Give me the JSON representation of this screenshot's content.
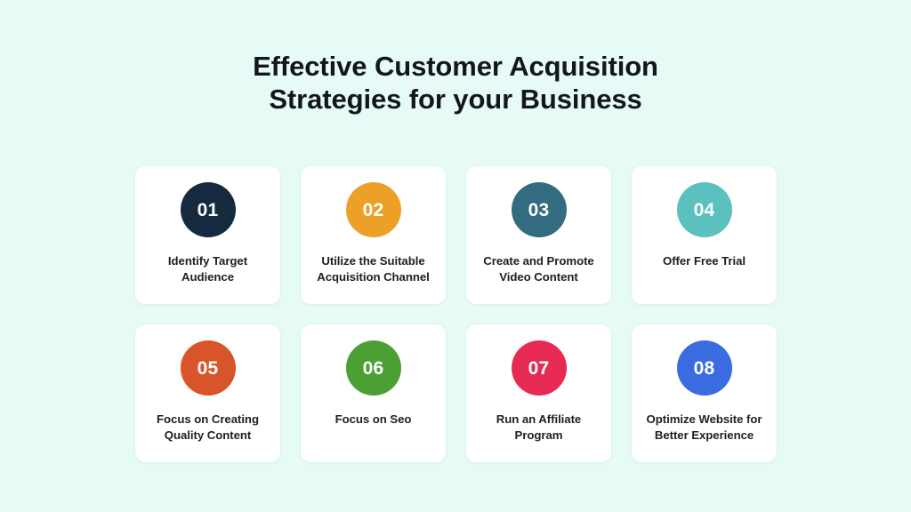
{
  "background_color": "#e7fbf6",
  "header": {
    "title_lines": [
      "Effective Customer Acquisition",
      "Strategies for your Business"
    ],
    "title_color": "#14161c"
  },
  "cards": [
    {
      "number": "01",
      "label": "Identify Target Audience",
      "color": "#15293f",
      "number_color": "#ffffff"
    },
    {
      "number": "02",
      "label": "Utilize the Suitable Acquisition Channel",
      "color": "#eda028",
      "number_color": "#ffffff"
    },
    {
      "number": "03",
      "label": "Create and Promote Video Content",
      "color": "#336b80",
      "number_color": "#ffffff"
    },
    {
      "number": "04",
      "label": "Offer Free Trial",
      "color": "#5cc0bf",
      "number_color": "#ffffff"
    },
    {
      "number": "05",
      "label": "Focus on Creating Quality Content",
      "color": "#d8552a",
      "number_color": "#ffffff"
    },
    {
      "number": "06",
      "label": "Focus on Seo",
      "color": "#4ba033",
      "number_color": "#ffffff"
    },
    {
      "number": "07",
      "label": "Run an Affiliate Program",
      "color": "#e62a53",
      "number_color": "#ffffff"
    },
    {
      "number": "08",
      "label": "Optimize Website for Better Experience",
      "color": "#3a6be0",
      "number_color": "#ffffff"
    }
  ]
}
